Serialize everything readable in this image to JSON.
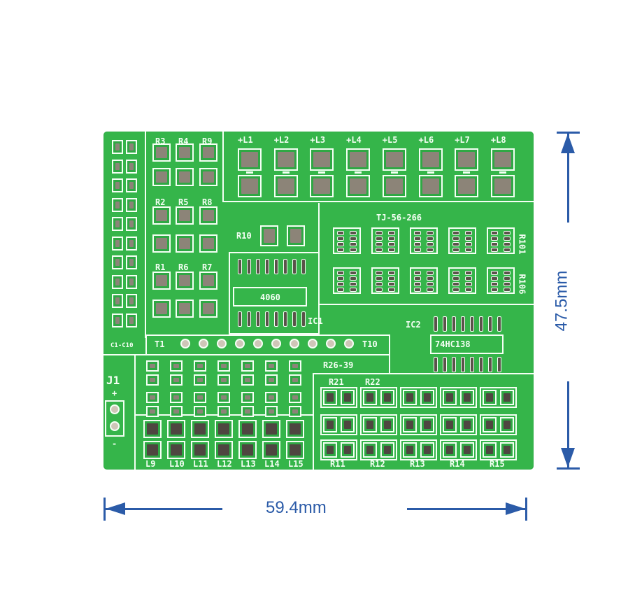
{
  "board": {
    "cap_label": "C1-C10",
    "res_top_labels": [
      "R3",
      "R4",
      "R9"
    ],
    "res_mid_labels": [
      "R2",
      "R5",
      "R8"
    ],
    "res_bot_labels": [
      "R1",
      "R6",
      "R7"
    ],
    "led_top_labels": [
      "+L1",
      "+L2",
      "+L3",
      "+L4",
      "+L5",
      "+L6",
      "+L7",
      "+L8"
    ],
    "r10_label": "R10",
    "tj_label": "TJ-56-266",
    "r101_label": "R101",
    "r106_label": "R106",
    "ic1_chip": "4060",
    "ic1_label": "IC1",
    "ic2_label": "IC2",
    "ic2_chip": "74HC138",
    "t1_label": "T1",
    "t10_label": "T10",
    "r26_label": "R26-39",
    "j1_label": "J1",
    "j1_plus": "+",
    "j1_minus": "-",
    "led_bottom_labels": [
      "L9",
      "L10",
      "L11",
      "L12",
      "L13",
      "L14",
      "L15"
    ],
    "r21_label": "R21",
    "r22_label": "R22",
    "res_bottom_labels": [
      "R11",
      "R12",
      "R13",
      "R14",
      "R15"
    ]
  },
  "dimensions": {
    "width": "59.4mm",
    "height": "47.5mm",
    "color": "#2b5ba8"
  }
}
